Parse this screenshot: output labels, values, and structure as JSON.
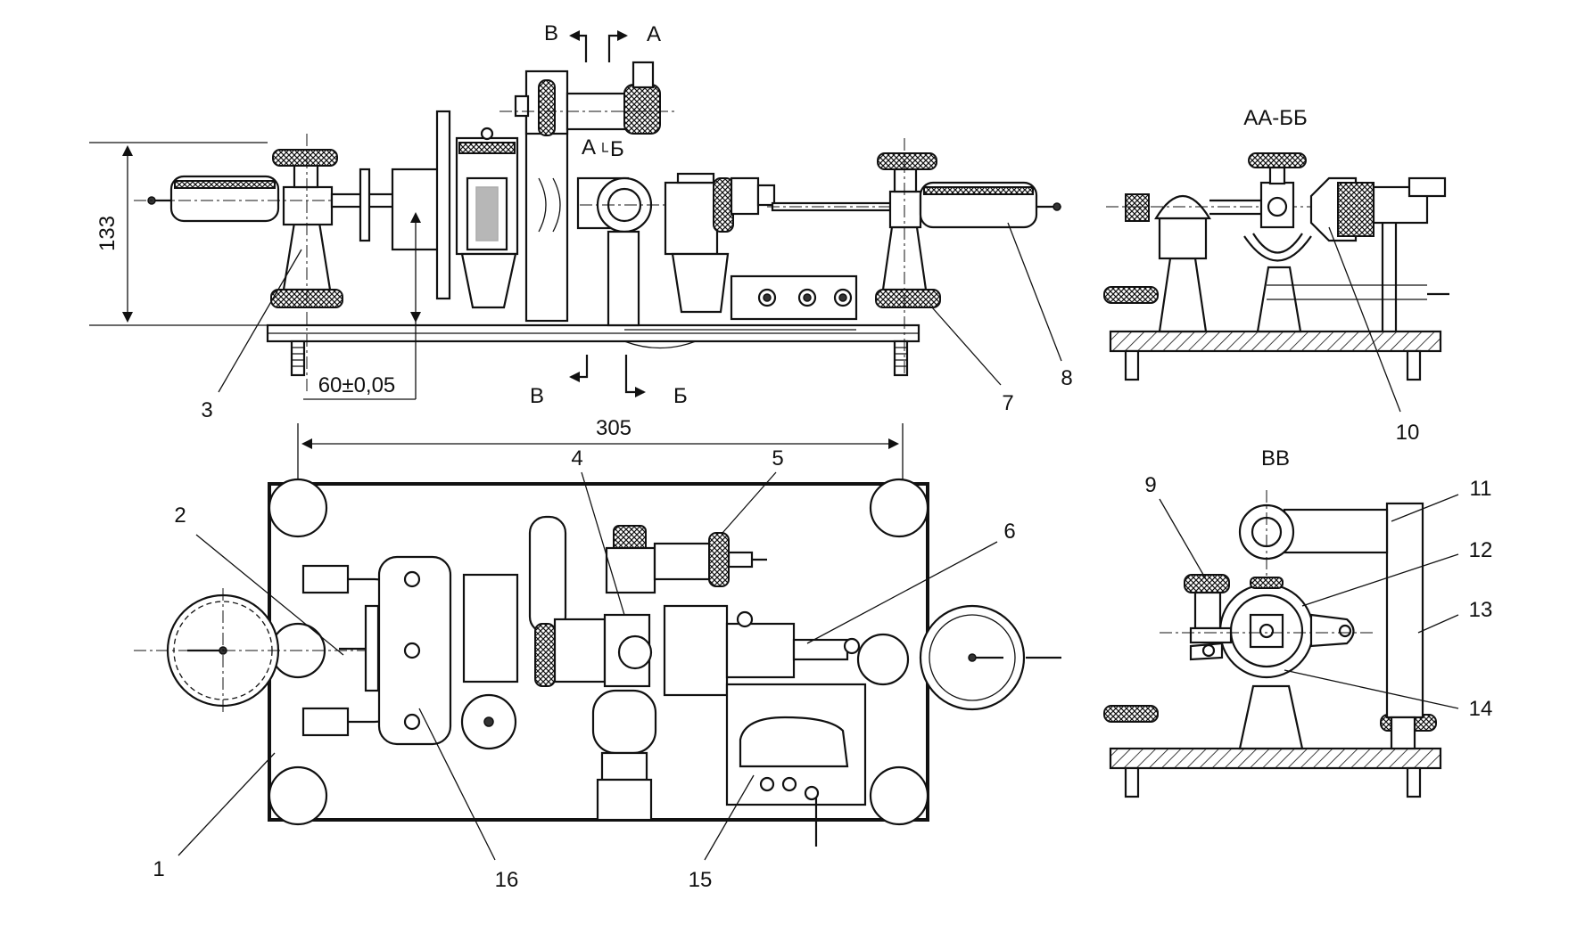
{
  "section_marks": {
    "a": "А",
    "b": "Б",
    "v": "В"
  },
  "view_titles": {
    "aa_bb": "АА-ББ",
    "vv": "ВВ"
  },
  "dimensions": {
    "height": "133",
    "offset": "60±0,05",
    "width": "305"
  },
  "callouts": [
    "1",
    "2",
    "3",
    "4",
    "5",
    "6",
    "7",
    "8",
    "9",
    "10",
    "11",
    "12",
    "13",
    "14",
    "15",
    "16"
  ]
}
